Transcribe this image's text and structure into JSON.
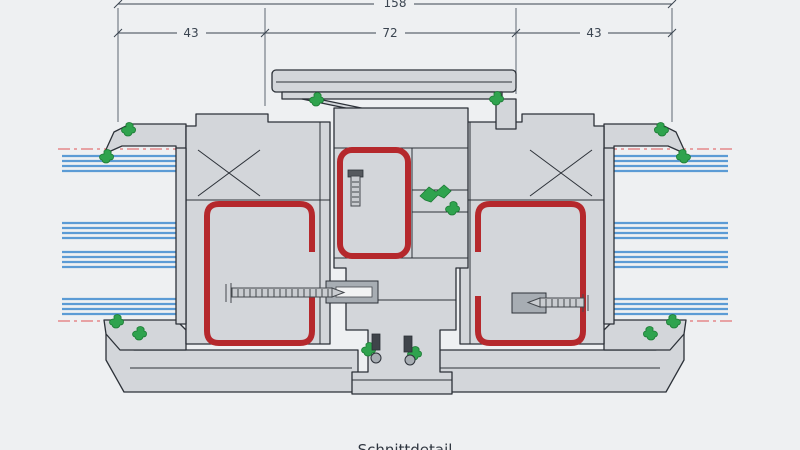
{
  "drawing": {
    "dimension_total": "158",
    "dimension_segments": [
      "43",
      "72",
      "43"
    ]
  },
  "caption": "Schnittdetail",
  "colors": {
    "background": "#eef0f2",
    "profile-fill": "#d3d6da",
    "profile-outline": "#2c3138",
    "reinforcement": "#b5282c",
    "glass": "#5b9bd5",
    "seal": "#2fa34e",
    "seal-dark": "#1a7a33",
    "dimension": "#3a4450",
    "centerline": "#e05555",
    "metal": "#a7adb3",
    "screw": "#c9ccd0",
    "slot": "#3f444a"
  }
}
